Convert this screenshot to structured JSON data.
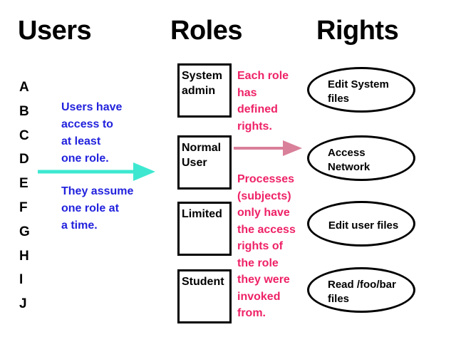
{
  "headings": {
    "users": "Users",
    "roles": "Roles",
    "rights": "Rights"
  },
  "users": {
    "letters": [
      "A",
      "B",
      "C",
      "D",
      "E",
      "F",
      "G",
      "H",
      "I",
      "J"
    ]
  },
  "notes": {
    "users_access": "Users have\naccess to\nat least\none role.",
    "users_assume": "They assume\none role at\na time.",
    "each_role": "Each role\nhas\ndefined\nrights.",
    "processes": "Processes\n(subjects)\nonly have\nthe access\nrights of\nthe role\nthey were\ninvoked\nfrom."
  },
  "roles": {
    "boxes": [
      {
        "label": "System\nadmin"
      },
      {
        "label": "Normal\nUser"
      },
      {
        "label": "Limited"
      },
      {
        "label": "Student"
      }
    ]
  },
  "rights": {
    "ellipses": [
      {
        "label": "Edit System\nfiles"
      },
      {
        "label": "Access\nNetwork"
      },
      {
        "label": "Edit user files"
      },
      {
        "label": "Read /foo/bar\nfiles"
      }
    ]
  },
  "arrows": {
    "users_to_roles": {
      "icon": "arrow-right-icon",
      "color": "#3ee8d0"
    },
    "role_to_right": {
      "icon": "arrow-right-icon",
      "color": "#d9809a"
    }
  },
  "colors": {
    "background": "#ffffff",
    "text": "#000000",
    "blue_note": "#2222dd",
    "pink_note": "#ee2266",
    "cyan_arrow": "#3ee8d0",
    "rose_arrow": "#d9809a"
  }
}
